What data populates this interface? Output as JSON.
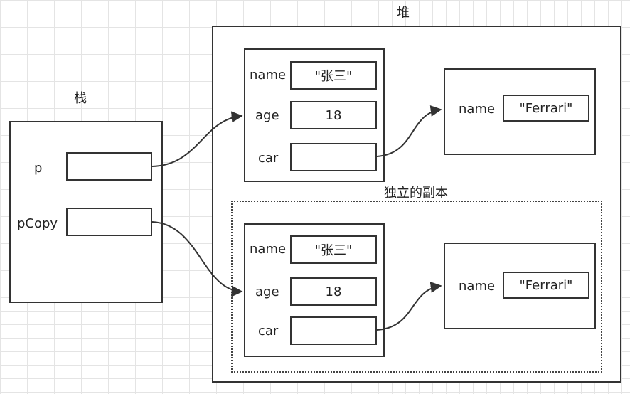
{
  "labels": {
    "heap": "堆",
    "stack": "栈",
    "copy_note": "独立的副本"
  },
  "stack": {
    "vars": [
      {
        "name": "p"
      },
      {
        "name": "pCopy"
      }
    ]
  },
  "original": {
    "person": {
      "fields": [
        {
          "key": "name",
          "value": "\"张三\""
        },
        {
          "key": "age",
          "value": "18"
        },
        {
          "key": "car",
          "value": ""
        }
      ]
    },
    "car": {
      "fields": [
        {
          "key": "name",
          "value": "\"Ferrari\""
        }
      ]
    }
  },
  "copy": {
    "person": {
      "fields": [
        {
          "key": "name",
          "value": "\"张三\""
        },
        {
          "key": "age",
          "value": "18"
        },
        {
          "key": "car",
          "value": ""
        }
      ]
    },
    "car": {
      "fields": [
        {
          "key": "name",
          "value": "\"Ferrari\""
        }
      ]
    }
  }
}
